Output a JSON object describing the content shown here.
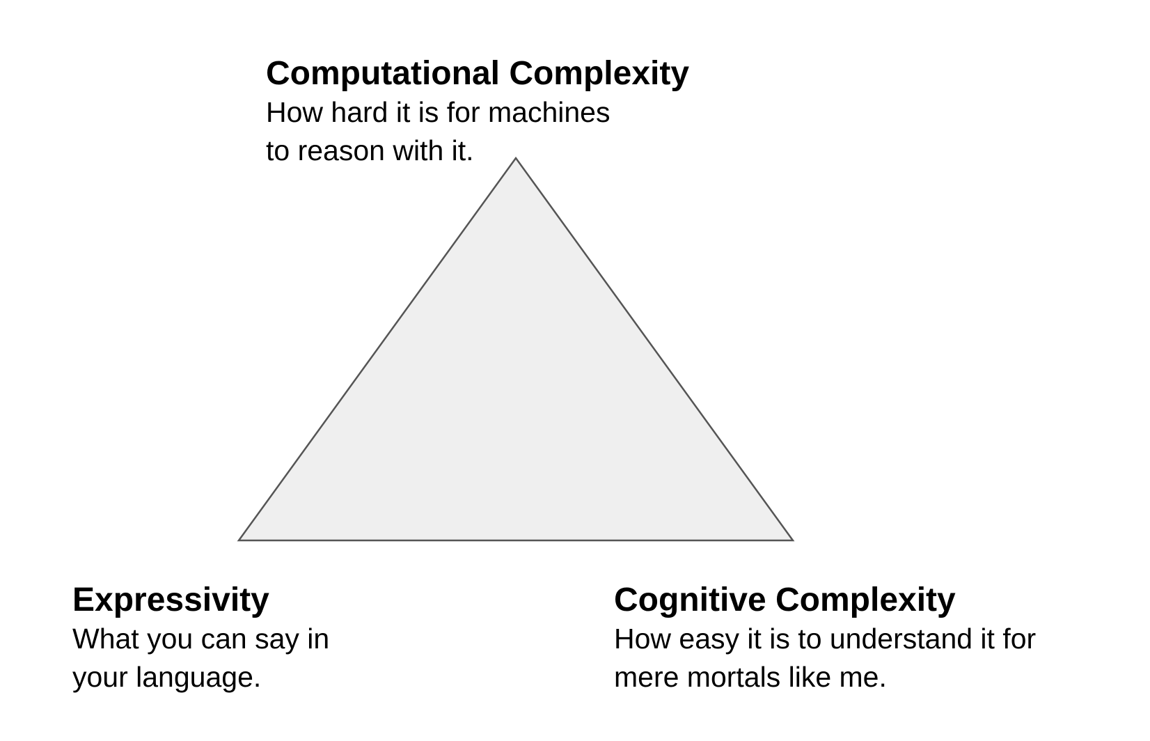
{
  "diagram": {
    "fill_color": "#efefef",
    "stroke_color": "#555555",
    "top": {
      "title": "Computational Complexity",
      "lines": [
        "How hard it is for machines",
        "to reason with it."
      ]
    },
    "left": {
      "title": "Expressivity",
      "lines": [
        "What you can say in",
        "your language."
      ]
    },
    "right": {
      "title": "Cognitive Complexity",
      "lines": [
        "How easy it is to understand it for",
        "mere mortals like me."
      ]
    }
  }
}
